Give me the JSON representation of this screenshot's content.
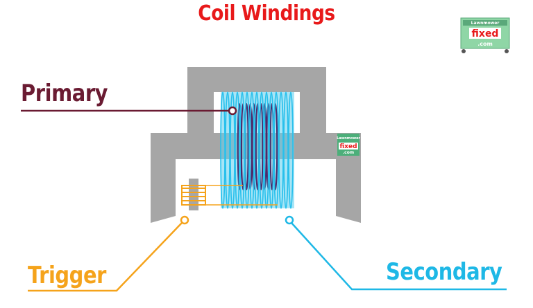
{
  "title": "Coil Windings",
  "labels": {
    "primary": "Primary",
    "trigger": "Trigger",
    "secondary": "Secondary"
  },
  "logo": {
    "line1": "Lawnmower",
    "line2": "fixed",
    "line3": ".com"
  },
  "colors": {
    "title": "#e8191a",
    "primary": "#6a1b32",
    "trigger": "#f5a31b",
    "secondary": "#1eb8e6",
    "core": "#a6a6a6"
  }
}
